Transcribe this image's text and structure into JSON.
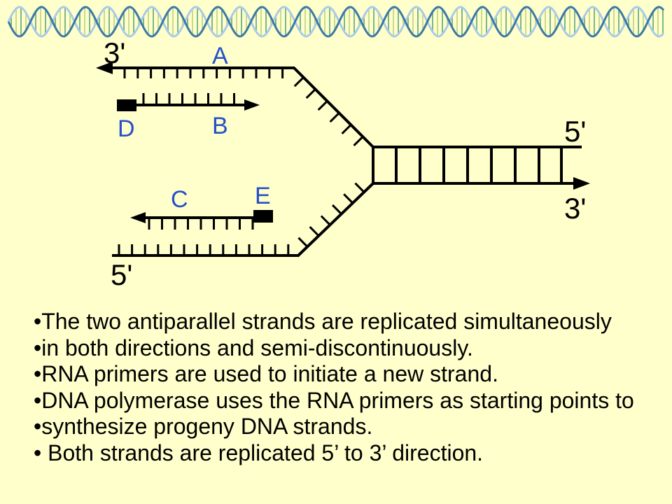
{
  "slide": {
    "background_color": "#FFFFCC",
    "text_color": "#000000",
    "bullets": [
      "•The two antiparallel strands are replicated simultaneously",
      "•in both directions and semi-discontinuously.",
      "•RNA primers are used to initiate a new strand.",
      "•DNA polymerase uses the RNA primers as starting points to",
      "•synthesize progeny DNA strands.",
      "• Both strands are replicated 5’ to 3’ direction."
    ]
  },
  "diagram": {
    "labels": {
      "top_left_end": "3'",
      "strand_a": "A",
      "primer_d": "D",
      "strand_b": "B",
      "right_top_end": "5'",
      "right_bottom_end": "3'",
      "strand_c": "C",
      "primer_e": "E",
      "bottom_left_end": "5'"
    },
    "colors": {
      "strand": "#000000",
      "primer_block": "#000000",
      "end_label": "#000000",
      "letter_label": "#2450C8"
    }
  },
  "decoration": {
    "icon": "dna-double-helix-border",
    "colors": {
      "strand_dark": "#3B79A6",
      "strand_light": "#A9CBE6",
      "rung_a": "#7DB58E",
      "rung_b": "#C9DA8E"
    }
  }
}
